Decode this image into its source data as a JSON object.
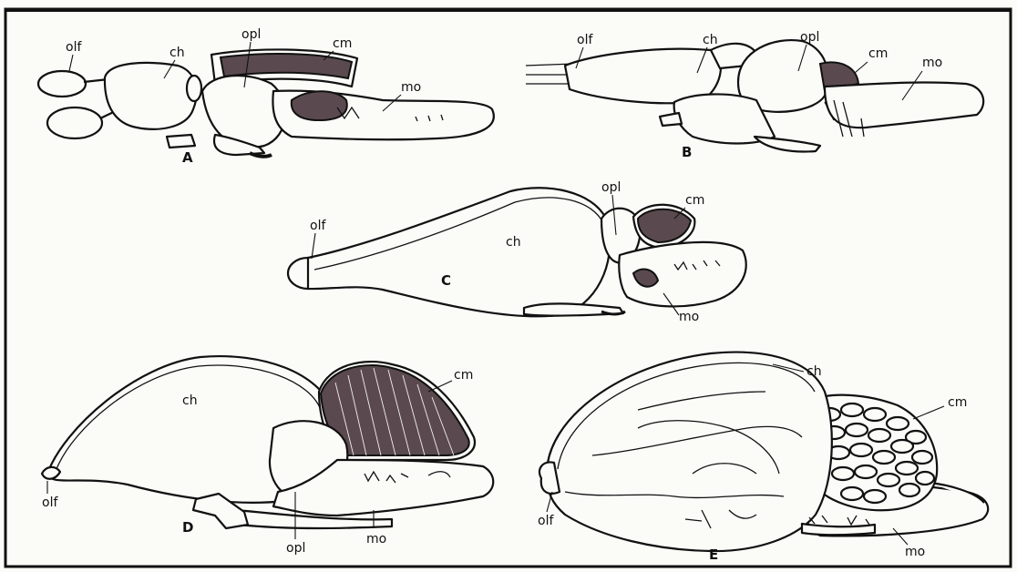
{
  "figure": {
    "panels": [
      {
        "id": "A",
        "letter": "A",
        "labels": {
          "olf": "olf",
          "ch": "ch",
          "opl": "opl",
          "cm": "cm",
          "mo": "mo"
        }
      },
      {
        "id": "B",
        "letter": "B",
        "labels": {
          "olf": "olf",
          "ch": "ch",
          "opl": "opl",
          "cm": "cm",
          "mo": "mo"
        }
      },
      {
        "id": "C",
        "letter": "C",
        "labels": {
          "olf": "olf",
          "ch": "ch",
          "opl": "opl",
          "cm": "cm",
          "mo": "mo"
        }
      },
      {
        "id": "D",
        "letter": "D",
        "labels": {
          "olf": "olf",
          "ch": "ch",
          "opl": "opl",
          "cm": "cm",
          "mo": "mo"
        }
      },
      {
        "id": "E",
        "letter": "E",
        "labels": {
          "olf": "olf",
          "ch": "ch",
          "cm": "cm",
          "mo": "mo"
        }
      }
    ],
    "colors": {
      "ink": "#111111",
      "cerebellum": "#5a4a50",
      "paper": "#fbfbf8"
    }
  }
}
